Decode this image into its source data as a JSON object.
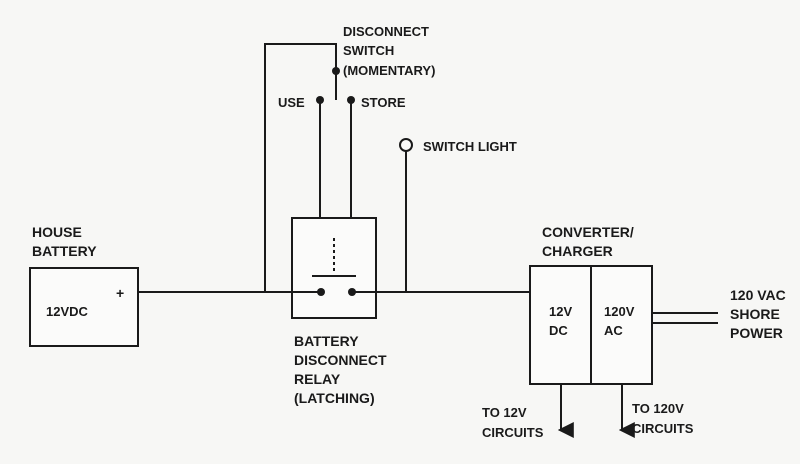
{
  "labels": {
    "house_battery_1": "HOUSE",
    "house_battery_2": "BATTERY",
    "battery_voltage": "12VDC",
    "battery_plus": "+",
    "disconnect_switch_1": "DISCONNECT",
    "disconnect_switch_2": "SWITCH",
    "disconnect_switch_3": "(MOMENTARY)",
    "use": "USE",
    "store": "STORE",
    "switch_light": "SWITCH LIGHT",
    "relay_1": "BATTERY",
    "relay_2": "DISCONNECT",
    "relay_3": "RELAY",
    "relay_4": "(LATCHING)",
    "converter_1": "CONVERTER/",
    "converter_2": "CHARGER",
    "dc_1": "12V",
    "dc_2": "DC",
    "ac_1": "120V",
    "ac_2": "AC",
    "shore_1": "120 VAC",
    "shore_2": "SHORE",
    "shore_3": "POWER",
    "to12_1": "TO 12V",
    "to12_2": "CIRCUITS",
    "to120_1": "TO 120V",
    "to120_2": "CIRCUITS"
  }
}
